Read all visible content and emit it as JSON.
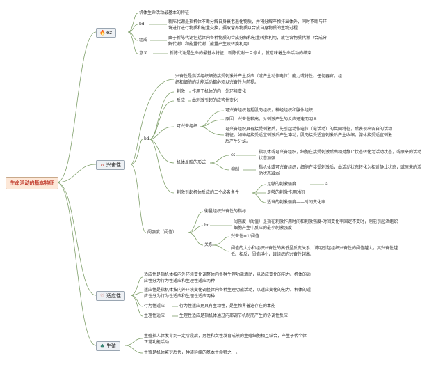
{
  "root": "生命活动的基本特征",
  "colors": {
    "line": "#7f9f6a",
    "root_bg": "#fde8d8",
    "root_text": "#c0392b",
    "branch_bg": "#eef1f5"
  },
  "branches": [
    {
      "label": "ez",
      "icon": "fire-icon",
      "icon_char": "🔥",
      "icon_color": "#e74c3c",
      "items": [
        "机体生命活动最基本的特征",
        "bd",
        "新陈代谢是指机体不断分解自身衰老退化物质，并将分解产物排出体外，同时不断与环境进行进行物质和能量交换，摄取营养物质以合成自身物质的生物过程",
        "组成",
        "由于新陈代谢包括体内各种物质的合成分解和能量转换利用，故包含物质代谢（合成分解代谢）和能量代谢（能量产生及转换利用）",
        "意义",
        "新陈代谢是生命的最基本特征，新陈代谢一旦停止，就意味着生命活动的结束"
      ]
    },
    {
      "label": "兴奋性",
      "icon": "home-icon",
      "icon_char": "⌂",
      "icon_color": "#c0392b",
      "items": [
        "兴奋性是指活组织细胞接受刺激并产生反应（或产生动作电位）能力或特性。任何器官，组织和细胞的功能活动都必须以兴奋性为前提。",
        "bd",
        "刺激",
        "作用于机体的内，外环境变化",
        "反应",
        "由刺激引起的应答性变化",
        "可兴奋组织",
        "可兴奋组织包括肌肉组织，神经组织和腺体组织",
        "原因：兴奋性较高，对刺激产生的反应迅速而明显",
        "可兴奋组织具有接受刺激后，先引起动作电位（电活动）的共同特征，后表现出各自的活动特征。如神经接受适宜刺激后产生冲动，肌肉接受适宜刺激后产生收缩，腺体接受适宜刺激后产生分泌。",
        "机体反映的形式",
        "cs",
        "指机体或可兴奋组织，细胞在接受刺激后由相对静止状态转化为活动状态，或原来的活动状态加强",
        "抑制",
        "指机体或可兴奋组织，细胞在接受刺激后，由活动状态转化为相对静止状态，或原来的活动状态减弱",
        "刺激引起机体反应的三个必备条件",
        "足够的刺激强度",
        "a",
        "足够的刺激作用时间",
        "适当的刺激强度——时间变化率",
        "阈强度（阈值）",
        "衡量组织兴奋性的指标",
        "bd",
        "阈强度（阈值）是指在刺激作用时间和刺激强度-时间变化率固定不变时，刚能引起活组织细胞产生中反应的最小刺激强度",
        "关系",
        "兴奋性=1/阈值",
        "阈值的大小和组织兴奋性的高低呈反变关系，说明引起组织兴奋性的阈值越大，其兴奋性越低。相反，阈值越小，该组织的兴奋性越高。"
      ]
    },
    {
      "label": "适应性",
      "icon": "heart-icon",
      "icon_char": "♡",
      "icon_color": "#c0392b",
      "items": [
        "适应性是指机体按内外环境变化调整体内各种生理功能活动，以适应变化的能力。机体的适应性分为行为性适应和生理性适应两种",
        "适应性是指机体按内外环境变化调整体内各种生理功能活动，以适应变化的能力。机体的适应性分为行为性适应和生理性适应两种",
        "行为性适应",
        "行为性适应更具有主动性，是生物界普遍存在的本能",
        "生理性适应",
        "生理性适应是指机体通过内部调节机制而产生的协调性反应"
      ]
    },
    {
      "label": "生殖",
      "icon": "tree-icon",
      "icon_char": "♣",
      "icon_color": "#2e7d6b",
      "items": [
        "生殖指人体发育到一定阶段后，男性和女性发育成熟的生殖细胞相互结合，产生子代个体正常功能活动",
        "生殖是机体繁衍后代，种族延续的基本生命特之一。"
      ]
    }
  ]
}
